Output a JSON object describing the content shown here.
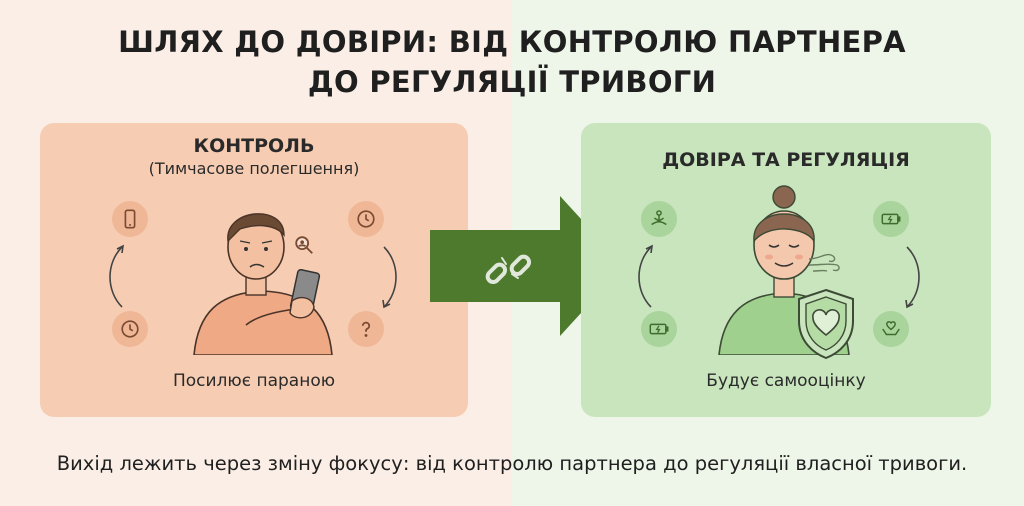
{
  "title": {
    "line1": "ШЛЯХ ДО ДОВІРИ: ВІД КОНТРОЛЮ ПАРТНЕРА",
    "line2": "ДО РЕГУЛЯЦІЇ ТРИВОГИ"
  },
  "left_panel": {
    "heading": "КОНТРОЛЬ",
    "subheading": "(Тимчасове полегшення)",
    "caption": "Посилює параною",
    "icons": [
      "phone-icon",
      "clock-icon",
      "clock-icon",
      "question-icon",
      "magnifier-icon"
    ]
  },
  "right_panel": {
    "heading": "ДОВІРА ТА РЕГУЛЯЦІЯ",
    "caption": "Будує самооцінку",
    "icons": [
      "meditation-icon",
      "battery-charging-icon",
      "battery-charging-icon",
      "heart-hands-icon",
      "heart-shield-icon"
    ]
  },
  "center": {
    "icon": "broken-chain-icon"
  },
  "footer": "Вихід лежить через зміну фокусу: від контролю партнера до регуляції власної тривоги.",
  "colors": {
    "warm_panel": "#f6cdb3",
    "cool_panel": "#c8e5bd",
    "arrow": "#4e7a2e",
    "warm_icon_bg": "#efb796",
    "cool_icon_bg": "#a9d49b"
  }
}
